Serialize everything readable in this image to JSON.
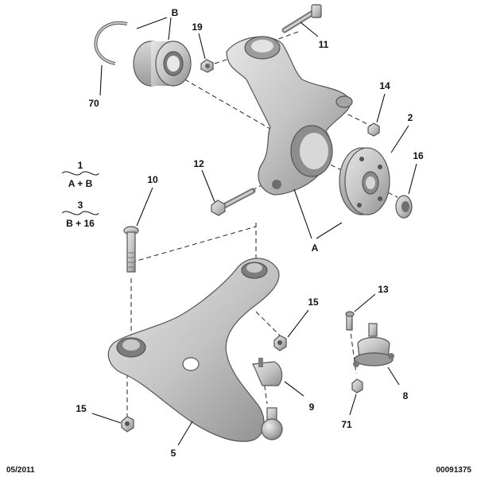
{
  "diagram": {
    "callouts": {
      "B": "B",
      "c19": "19",
      "c11": "11",
      "c70": "70",
      "c14": "14",
      "c2": "2",
      "c16": "16",
      "c12": "12",
      "c1": "1",
      "c10": "10",
      "c3": "3",
      "A": "A",
      "c15a": "15",
      "c13": "13",
      "c9": "9",
      "c8": "8",
      "c15b": "15",
      "c71": "71",
      "c5": "5"
    },
    "legend": [
      {
        "number": "1",
        "formula": "A + B"
      },
      {
        "number": "3",
        "formula": "B + 16"
      }
    ],
    "footer": {
      "date": "05/2011",
      "ref": "00091375"
    }
  }
}
